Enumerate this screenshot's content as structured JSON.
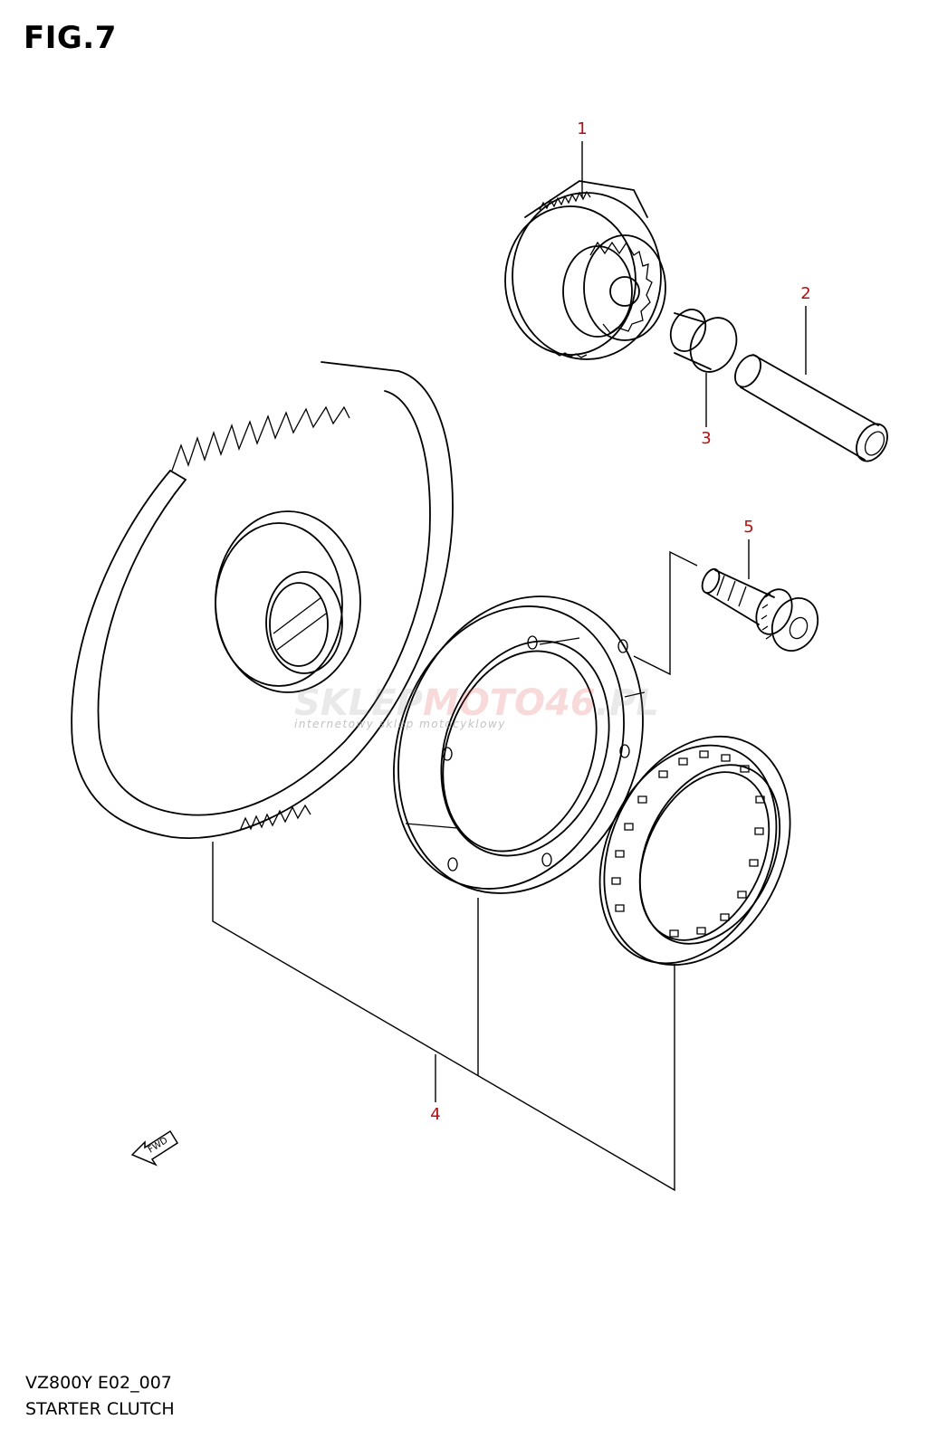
{
  "header": {
    "figure": "FIG.7"
  },
  "callouts": [
    {
      "id": "1",
      "label": "1"
    },
    {
      "id": "2",
      "label": "2"
    },
    {
      "id": "3",
      "label": "3"
    },
    {
      "id": "4",
      "label": "4"
    },
    {
      "id": "5",
      "label": "5"
    }
  ],
  "fwd_arrow": {
    "label": "FWD"
  },
  "watermark": {
    "brand_a": "SKLEP",
    "brand_b": "MOTO",
    "brand_c": "46",
    "brand_d": ".PL",
    "tagline": "internetowy sklep motocyklowy"
  },
  "footer": {
    "code": "VZ800Y E02_007",
    "name": "STARTER CLUTCH"
  },
  "colors": {
    "callout": "#b01010",
    "watermark_red": "#e23a3a",
    "watermark_grey": "#8a8a8a"
  }
}
